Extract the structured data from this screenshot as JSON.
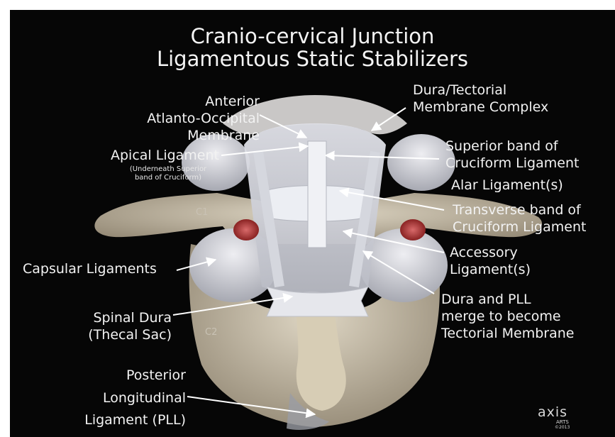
{
  "title": {
    "line1": "Cranio-cervical Junction",
    "line2": "Ligamentous Static Stabilizers"
  },
  "labels": {
    "anterior_ao": [
      "Anterior",
      "Atlanto-Occipital",
      "Membrane"
    ],
    "apical": "Apical Ligament",
    "apical_note": [
      "(Underneath Superior",
      "band of Cruciform)"
    ],
    "capsular": "Capsular Ligaments",
    "spinal_dura": [
      "Spinal Dura",
      "(Thecal Sac)"
    ],
    "pll": [
      "Posterior",
      "Longitudinal",
      "Ligament (PLL)"
    ],
    "dura_tectorial": [
      "Dura/Tectorial",
      "Membrane Complex"
    ],
    "superior_cruciform": [
      "Superior band of",
      "Cruciform Ligament"
    ],
    "alar": "Alar Ligament(s)",
    "transverse_cruciform": [
      "Transverse band of",
      "Cruciform Ligament"
    ],
    "accessory": [
      "Accessory",
      "Ligament(s)"
    ],
    "dura_pll_merge": [
      "Dura and PLL",
      "merge to become",
      "Tectorial Membrane"
    ]
  },
  "vertebrae": {
    "c1": "C1",
    "c2": "C2"
  },
  "logo": {
    "mark": "axis",
    "sub": "ARTS",
    "year": "©2013"
  },
  "colors": {
    "background": "#060606",
    "text": "#f2f2f2",
    "ligament": "#dcdde3",
    "bone": "#c9bfa8",
    "marrow": "#a32a2a"
  }
}
